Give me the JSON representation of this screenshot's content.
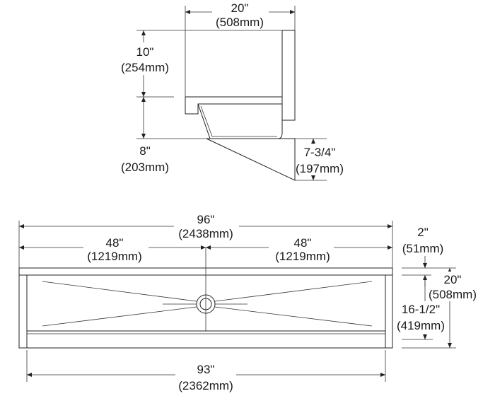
{
  "side_view": {
    "depth": {
      "in": "20\"",
      "mm": "(508mm)"
    },
    "back_height": {
      "in": "10\"",
      "mm": "(254mm)"
    },
    "bowl_height": {
      "in": "8\"",
      "mm": "(203mm)"
    },
    "bracket_drop": {
      "in": "7-3/4\"",
      "mm": "(197mm)"
    }
  },
  "front_view": {
    "overall_length": {
      "in": "96\"",
      "mm": "(2438mm)"
    },
    "half_left": {
      "in": "48\"",
      "mm": "(1219mm)"
    },
    "half_right": {
      "in": "48\"",
      "mm": "(1219mm)"
    },
    "ledge_depth": {
      "in": "2\"",
      "mm": "(51mm)"
    },
    "overall_depth": {
      "in": "20\"",
      "mm": "(508mm)"
    },
    "bowl_depth": {
      "in": "16-1/2\"",
      "mm": "(419mm)"
    },
    "bowl_length": {
      "in": "93\"",
      "mm": "(2362mm)"
    }
  }
}
